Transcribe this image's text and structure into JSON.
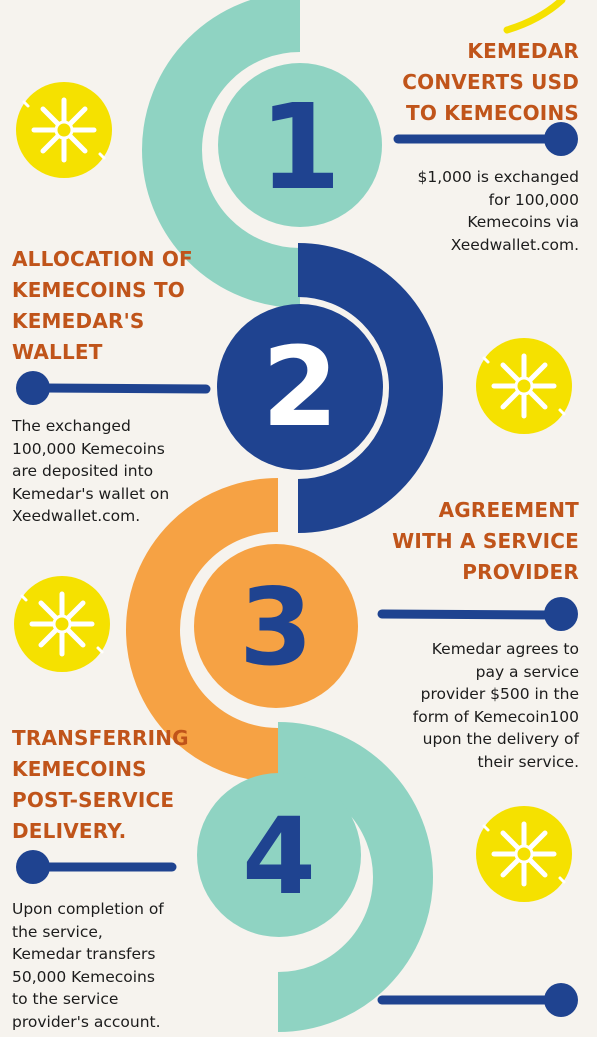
{
  "colors": {
    "background": "#f6f3ee",
    "mint": "#8fd3c2",
    "navy": "#1f4390",
    "orange": "#f6a244",
    "yellow": "#f5e100",
    "heading": "#c0541a"
  },
  "steps": [
    {
      "number": "1",
      "heading": "KEMEDAR\nCONVERTS USD\nTO KEMECOINS",
      "body": "$1,000 is exchanged\nfor 100,000\nKemecoins via\nXeedwallet.com."
    },
    {
      "number": "2",
      "heading": "ALLOCATION OF\nKEMECOINS TO\nKEMEDAR'S\nWALLET",
      "body": "The exchanged\n100,000 Kemecoins\nare deposited into\nKemedar's wallet on\nXeedwallet.com."
    },
    {
      "number": "3",
      "heading": "AGREEMENT\nWITH A SERVICE\nPROVIDER",
      "body": "Kemedar agrees to\npay a service\nprovider $500 in the\nform of Kemecoin100\nupon the delivery of\ntheir service."
    },
    {
      "number": "4",
      "heading": "TRANSFERRING\nKEMECOINS\nPOST-SERVICE\nDELIVERY.",
      "body": "Upon completion of\nthe service,\nKemedar transfers\n50,000 Kemecoins\nto the service\nprovider's account."
    }
  ],
  "icons": [
    "sparkle-badge-icon",
    "pin-bar-icon"
  ]
}
